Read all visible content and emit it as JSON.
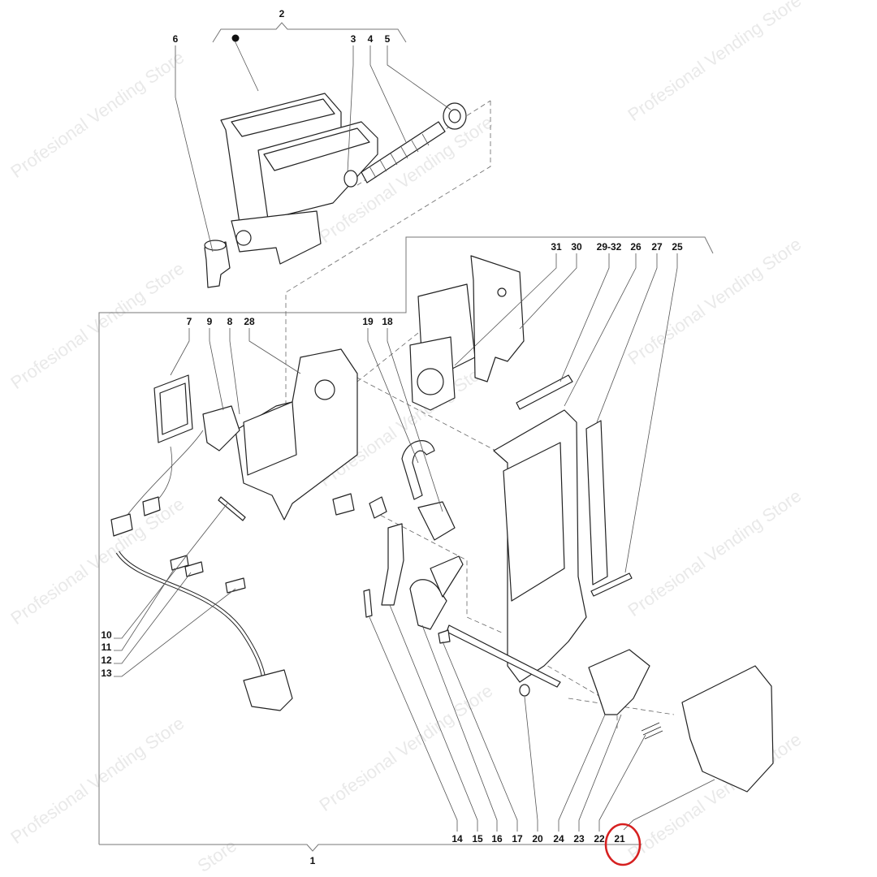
{
  "diagram": {
    "watermark": "Profesional Vending Store",
    "watermark_fragment": "Store",
    "highlight_color": "#d62020",
    "highlighted_label": "21",
    "labels": {
      "l1": "1",
      "l2": "2",
      "l3": "3",
      "l4": "4",
      "l5": "5",
      "l6": "6",
      "l7": "7",
      "l8": "8",
      "l9": "9",
      "l10": "10",
      "l11": "11",
      "l12": "12",
      "l13": "13",
      "l14": "14",
      "l15": "15",
      "l16": "16",
      "l17": "17",
      "l18": "18",
      "l19": "19",
      "l20": "20",
      "l21": "21",
      "l22": "22",
      "l23": "23",
      "l24": "24",
      "l25": "25",
      "l26": "26",
      "l27": "27",
      "l28": "28",
      "l29_32": "29-32",
      "l30": "30",
      "l31": "31"
    }
  }
}
